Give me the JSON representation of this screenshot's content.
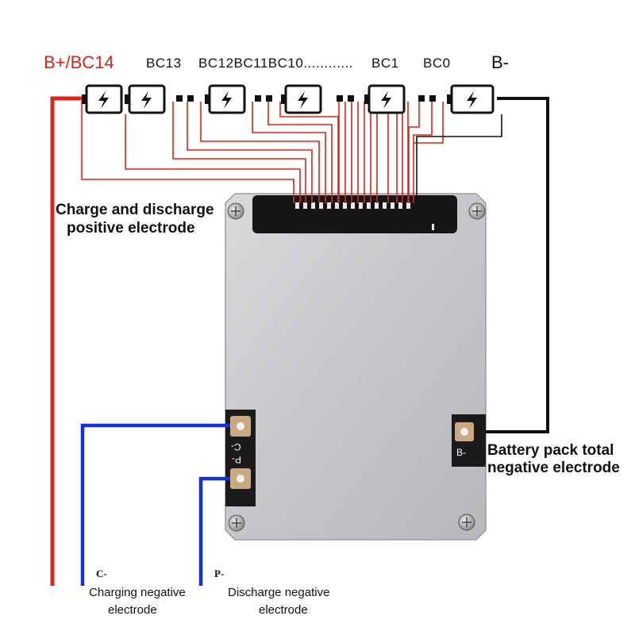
{
  "top_labels": {
    "b_plus": "B+/BC14",
    "bc13": "BC13",
    "bc12_10": "BC12BC11BC10............",
    "bc1": "BC1",
    "bc0": "BC0",
    "b_minus": "B-"
  },
  "annotations": {
    "charge_discharge_line1": "Charge and discharge",
    "charge_discharge_line2": "positive electrode",
    "battery_total_line1": "Battery pack total",
    "battery_total_line2": "negative electrode",
    "c_minus": "C-",
    "charging_neg_line1": "Charging negative",
    "charging_neg_line2": "electrode",
    "p_minus": "P-",
    "discharge_neg_line1": "Discharge negative",
    "discharge_neg_line2": "electrode"
  },
  "board_pads": {
    "c_pad": "C-",
    "p_pad": "P-",
    "b_pad": "B-"
  },
  "colors": {
    "positive_wire": "#e0221c",
    "balance_wire": "#e0221c",
    "negative_wire": "#111111",
    "charge_neg_wire": "#1530d8",
    "discharge_neg_wire": "#1530d8",
    "board": "#c9cbcd"
  },
  "icons": [
    "battery-cell-icon",
    "lightning-icon",
    "screw-icon"
  ]
}
